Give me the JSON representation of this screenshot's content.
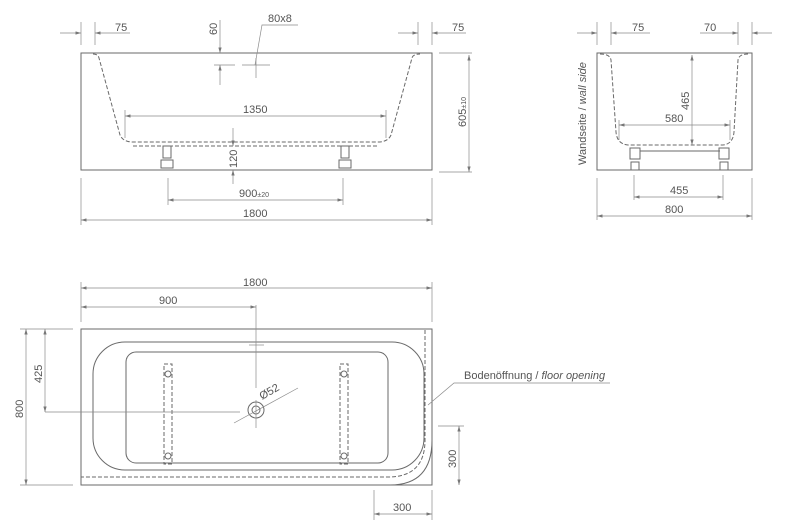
{
  "front_view": {
    "dim_left_rim": "75",
    "dim_overflow_height": "60",
    "dim_overflow_size": "80x8",
    "dim_right_rim": "75",
    "dim_height": "605",
    "dim_height_tol": "±10",
    "dim_bottom_length": "1350",
    "dim_feet_height": "120",
    "dim_feet_spacing": "900",
    "dim_feet_spacing_tol": "±20",
    "dim_total_length": "1800"
  },
  "side_view": {
    "wall_side_label_de": "Wandseite / ",
    "wall_side_label_en": "wall side",
    "dim_left_rim": "75",
    "dim_right_rim": "70",
    "dim_depth": "465",
    "dim_bottom_width": "580",
    "dim_feet_spacing": "455",
    "dim_total_width": "800"
  },
  "top_view": {
    "dim_total_length": "1800",
    "dim_drain_x": "900",
    "dim_total_width": "800",
    "dim_drain_y": "425",
    "dim_drain_diameter": "Ø52",
    "floor_opening_label_de": "Bodenöffnung / ",
    "floor_opening_label_en": "floor opening",
    "dim_opening_height": "300",
    "dim_opening_width": "300"
  }
}
